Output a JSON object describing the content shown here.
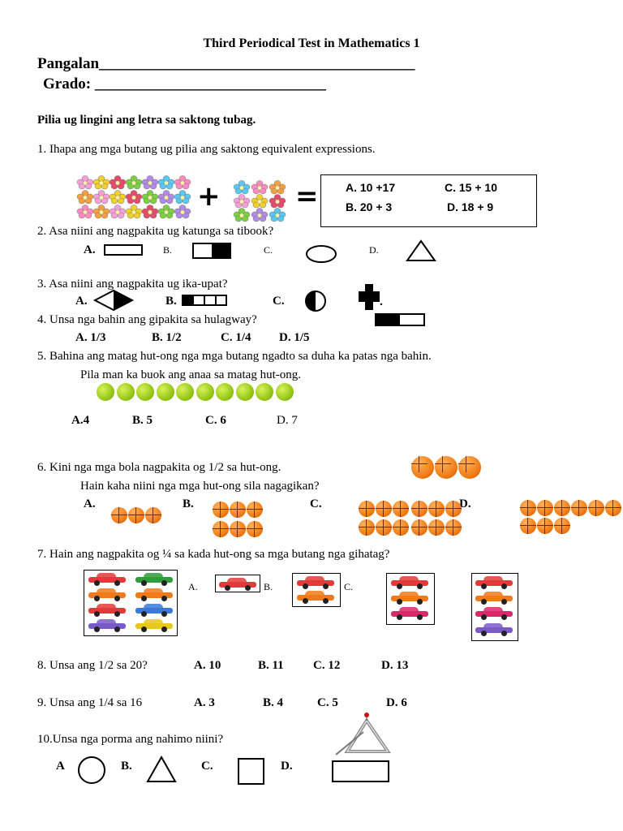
{
  "header": {
    "title": "Third Periodical Test in Mathematics 1",
    "name_label": "Pangalan_________________________________________",
    "grade_label": "Grado: ______________________________"
  },
  "instruction": "Pilia ug lingini ang letra sa saktong tubag.",
  "q1": {
    "text": "1.  Ihapa ang mga butang ug pilia ang saktong equivalent expressions.",
    "plus": "+",
    "equals": "=",
    "opt_a": "A.  10 +17",
    "opt_c": "C.    15 + 10",
    "opt_b": "B.  20 + 3",
    "opt_d": "D.    18 + 9"
  },
  "q2": {
    "text": "2.  Asa niini ang nagpakita ug katunga sa tibook?",
    "a": "A.",
    "b": "B.",
    "c": "C.",
    "d": "D."
  },
  "q3": {
    "text": "3.  Asa niini ang nagpakita ug  ika-upat?",
    "a": "A.",
    "b": "B.",
    "c": "C.",
    "d": "."
  },
  "q4": {
    "text": "4.  Unsa nga bahin ang gipakita sa hulagway?",
    "a": "A. 1/3",
    "b": "B.  1/2",
    "c": "C.  1/4",
    "d": "D.   1/5"
  },
  "q5": {
    "text": "5.  Bahina ang matag hut-ong nga mga butang ngadto sa duha ka patas nga bahin.",
    "text2": "Pila man ka buok ang anaa sa matag hut-ong.",
    "a": "A.4",
    "b": "B.  5",
    "c": "C.  6",
    "d": "D. 7"
  },
  "q6": {
    "text": "6.  Kini nga mga bola nagpakita og 1/2 sa hut-ong.",
    "text2": "Hain kaha niini nga mga hut-ong sila nagagikan?",
    "a": "A.",
    "b": "B.",
    "c": "C.",
    "d": "D."
  },
  "q7": {
    "text": "7.  Hain ang nagpakita og ¼ sa kada hut-ong sa mga butang nga gihatag?",
    "a": "A.",
    "b": "B.",
    "c": "C."
  },
  "q8": {
    "text": "8.  Unsa ang 1/2  sa 20?",
    "a": "A.    10",
    "b": "B.  11",
    "c": "C.    12",
    "d": "D.  13"
  },
  "q9": {
    "text": "9.  Unsa ang 1/4  sa  16",
    "a": "A.    3",
    "b": "B.  4",
    "c": "C.    5",
    "d": "D.   6"
  },
  "q10": {
    "text": "10.Unsa nga porma ang nahimo niini?",
    "a": "A",
    "b": "B.",
    "c": "C.",
    "d": "D."
  },
  "colors": {
    "tennis": "#9acd1e",
    "basketball": "#f07a14"
  }
}
